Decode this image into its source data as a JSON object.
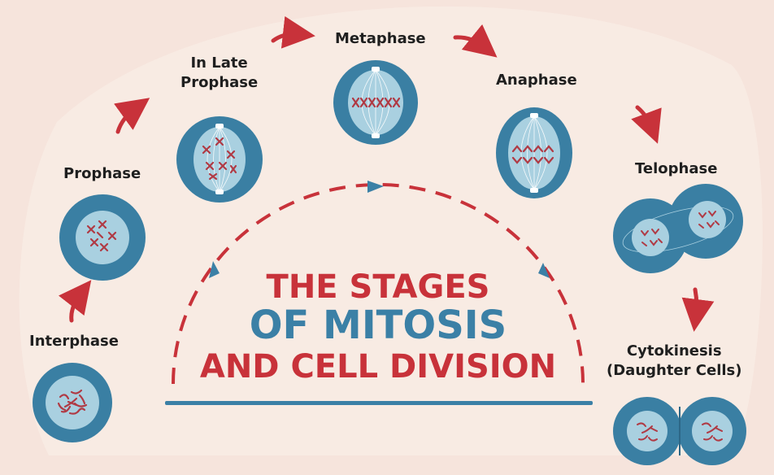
{
  "title": {
    "line1": "THE STAGES",
    "line2": "OF MITOSIS",
    "line3": "AND CELL DIVISION"
  },
  "stages": [
    {
      "id": "interphase",
      "label": "Interphase"
    },
    {
      "id": "prophase",
      "label": "Prophase"
    },
    {
      "id": "late-prophase",
      "label": "In Late\nProphase"
    },
    {
      "id": "metaphase",
      "label": "Metaphase"
    },
    {
      "id": "anaphase",
      "label": "Anaphase"
    },
    {
      "id": "telophase",
      "label": "Telophase"
    },
    {
      "id": "cytokinesis",
      "label": "Cytokinesis\n(Daughter Cells)"
    }
  ],
  "colors": {
    "background": "#f6e4dc",
    "accent_red": "#c8323a",
    "accent_blue": "#3b80a6",
    "cell_outer": "#3a7fa3",
    "cell_inner": "#a9d0e0",
    "chromosome": "#b03a44",
    "text": "#1f1f1f"
  }
}
